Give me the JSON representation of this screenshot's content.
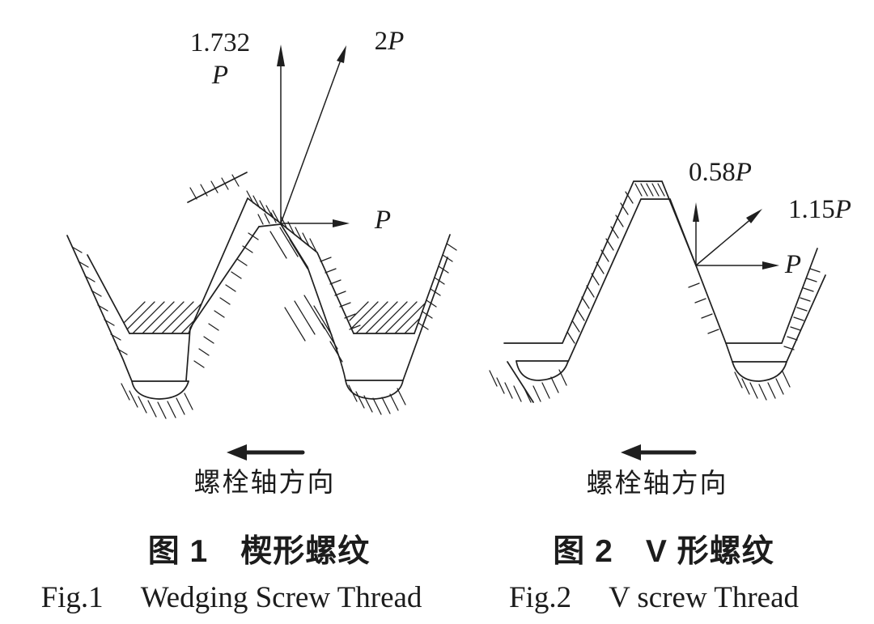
{
  "figures": [
    {
      "forces": {
        "vertical_value": "1.732",
        "vertical_symbol": "P",
        "diagonal_value": "2",
        "diagonal_symbol": "P",
        "horizontal_symbol": "P"
      },
      "axis_direction_label": "螺栓轴方向",
      "caption_zh_number": "图 1",
      "caption_zh_title": "楔形螺纹",
      "caption_en_number": "Fig.1",
      "caption_en_title": "Wedging Screw Thread"
    },
    {
      "forces": {
        "vertical_value": "0.58",
        "vertical_symbol": "P",
        "diagonal_value": "1.15",
        "diagonal_symbol": "P",
        "horizontal_symbol": "P"
      },
      "axis_direction_label": "螺栓轴方向",
      "caption_zh_number": "图 2",
      "caption_zh_title": "V 形螺纹",
      "caption_en_number": "Fig.2",
      "caption_en_title": "V screw Thread"
    }
  ]
}
